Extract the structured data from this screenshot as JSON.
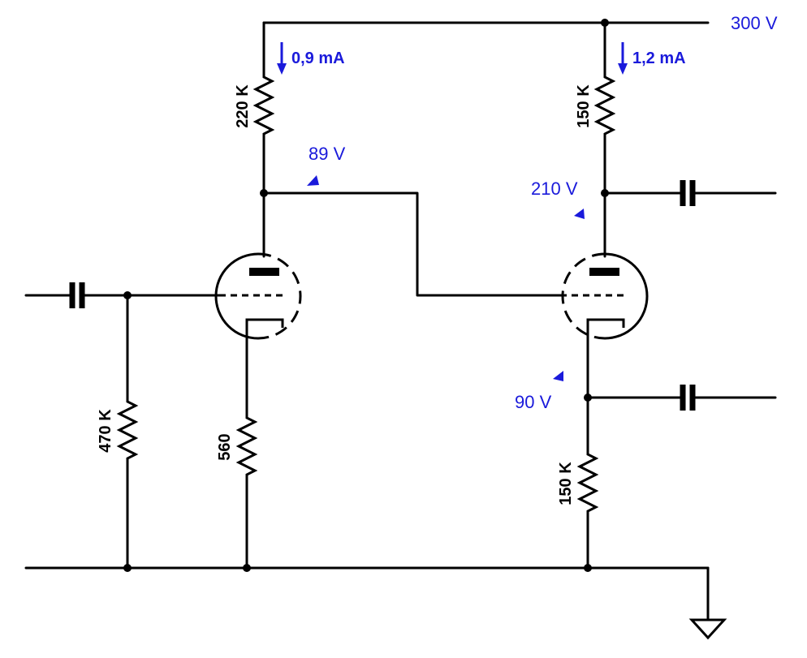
{
  "supply": {
    "voltage": "300 V"
  },
  "currents": {
    "left": "0,9 mA",
    "right": "1,2 mA"
  },
  "resistors": {
    "plate_left": "220 K",
    "plate_right": "150 K",
    "grid_leak": "470 K",
    "cathode_left": "560",
    "cathode_right": "150 K"
  },
  "voltages": {
    "plate_left": "89 V",
    "plate_right": "210 V",
    "cathode_right": "90 V"
  },
  "colors": {
    "annotation": "#1a1adb",
    "wire": "#000000"
  }
}
